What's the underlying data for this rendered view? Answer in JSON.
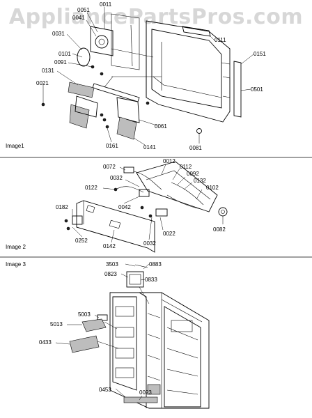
{
  "watermark": "AppliancePartsPros.com",
  "panels": [
    {
      "title": "Image1"
    },
    {
      "title": "Image 2"
    },
    {
      "title": "Image 3"
    }
  ],
  "parts": {
    "p0011": "0011",
    "p0051": "0051",
    "p0041": "0041",
    "p0031": "0031",
    "p0101": "0101",
    "p0091": "0091",
    "p0131": "0131",
    "p0021": "0021",
    "p0111": "0111",
    "p0151": "0151",
    "p0501": "0501",
    "p0061": "0061",
    "p0161": "0161",
    "p0141": "0141",
    "p0081": "0081",
    "p0072": "0072",
    "p0012": "0012",
    "p0112": "0112",
    "p0092": "0092",
    "p0032a": "0032",
    "p0132": "0132",
    "p0102": "0102",
    "p0122": "0122",
    "p0042": "0042",
    "p0182": "0182",
    "p0082": "0082",
    "p0022": "0022",
    "p0252": "0252",
    "p0142": "0142",
    "p0032b": "0032",
    "p3503": "3503",
    "p0883": "0883",
    "p0823": "0823",
    "p0833": "0833",
    "p5003": "5003",
    "p5013": "5013",
    "p0433": "0433",
    "p0453": "0453",
    "p0023": "0023"
  }
}
